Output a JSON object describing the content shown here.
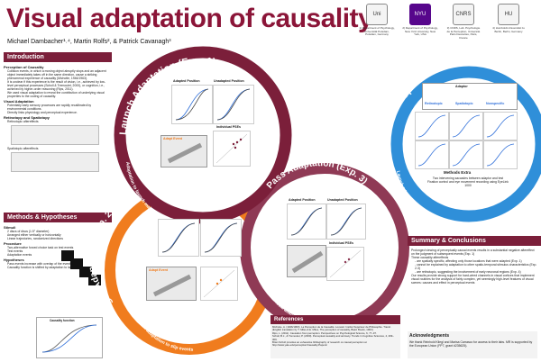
{
  "header": {
    "title": "Visual adaptation of causality",
    "authors": "Michael Dambacher¹˒⁴, Martin Rolfs², & Patrick Cavanagh³",
    "logos": [
      {
        "abbr": "Uni",
        "caption": "1) Department of Psychology, Universität Potsdam, Potsdam, Germany"
      },
      {
        "abbr": "NYU",
        "caption": "2) Department of Psychology, New York University, New York, USA"
      },
      {
        "abbr": "CNRS",
        "caption": "3) CNRS, Lab. Psychologie de la Perception, Université Paris Descartes, Paris, France"
      },
      {
        "abbr": "HU",
        "caption": "4) Humboldt-Universität zu Berlin, Berlin, Germany"
      }
    ]
  },
  "introduction": {
    "heading": "Introduction",
    "perception_heading": "Perception of Causality",
    "perception_items": [
      "Collision events, in which a moving object abruptly stops and an adjacent object immediately takes off in the same direction, cause a striking phenomenal experience of causality (Michotte, 1946/1963).",
      "It is unclear if this experience is the result of vision, i.e., achieved by low-level perceptual processes (Scholl & Tremoulet, 2000), or cognition, i.e., achieved by higher-order reasoning (Rips, 2011).",
      "We used visual adaptation to reveal the contribution of underlying visual properties to the coding of causality."
    ],
    "adaptation_heading": "Visual Adaptation",
    "adaptation_items": [
      "Potentially early sensory processes are rapidly recalibrated by environmental conditions.",
      "Directly links physiology and perceptual experience."
    ],
    "retinotopy_heading": "Retinotopy and Spatiotopy",
    "retinotopy_items": [
      "Retinotopic aftereffects",
      "Spatiotopic aftereffects"
    ]
  },
  "methods": {
    "heading": "Methods & Hypotheses",
    "stimuli_heading": "Stimuli",
    "stimuli_items": [
      "2 discs of discs (1.5° diameter)",
      "Arranged either vertically or horizontally",
      "Linear trajectories, randomized directions"
    ],
    "procedure_heading": "Procedure",
    "procedure_items": [
      "Two-alternative forced choice task on test events",
      "Test events",
      "Adaptation events"
    ],
    "hypotheses_heading": "Hypotheses",
    "hypotheses_items": [
      "Pass events increase with overlap of the events",
      "Causality function is shifted by adaptation to launches"
    ],
    "mini_label": "Causality function"
  },
  "exp1": {
    "arc": "Launch Adaptation (Exp. 1)",
    "bottom_arc": "Adaptation to launch makes ambiguous events appear less launch-like",
    "plot_left": "Adapted Position",
    "plot_right": "Unadapted Position",
    "pse": "Individual PSEs",
    "inset": "Adapt Event"
  },
  "exp2": {
    "arc": "Slip Adaptation (Exp. 2)",
    "bottom_arc": "No local adaptation to slip events",
    "inset": "Adapt Event"
  },
  "exp3": {
    "arc": "Pass Adaptation (Exp. 3)",
    "bottom_arc": "No local adaptation to pass events",
    "plot_left": "Adapted Position",
    "plot_right": "Unadapted Position",
    "pse": "Individual PSEs"
  },
  "exp4": {
    "arc": "Spatio-/Retinotopy (Exp. 4)",
    "bottom_arc": "Launch adaptation is retinotopic, not spatiotopic",
    "adaptor": "Adaptor",
    "labels": [
      "Retinotopic",
      "Spatiotopic",
      "Nonspecific"
    ],
    "methods_heading": "Methods Extra",
    "methods_items": [
      "Two intervening saccades between adaptor and test",
      "Fixation control and eye movement recording using EyeLink 1000"
    ]
  },
  "references": {
    "heading": "References",
    "items": [
      "Michotte, A. (1946/1963). La Perception de la Causalité. Louvain: Institut Supérieur de Philosophie. Transl. (English translation by T. Miles & E. Miles, The perception of causality, Basic Books, 1963.)",
      "Rips, L. (2011). Causation from perception. Perspectives on Psychological Science, 6, 77–97.",
      "Scholl, B.J., & Tremoulet, P. (2000). Perceptual causality and animacy. Trends in Cognitive Sciences, 4, 299–309.",
      "Brian Scholl provides an exhaustive bibliography of research on causal perception at http://www.yale.edu/perception/Causality-Papers/"
    ]
  },
  "summary": {
    "heading": "Summary & Conclusions",
    "items": [
      "Prolonged viewing of perceptually causal events results in a substantial negative aftereffect on the judgment of subsequent events (Exp. 1)",
      "These causality aftereffects",
      "- are spatially specific, affecting only those locations that were adapted (Exp. 1)",
      "- cannot be explained by adaptation to other spatio-temporal stimulus characteristics (Exp. 2-3)",
      "- are retinotopic, suggesting the involvement of early neuronal regions (Exp. 4)",
      "Our results provide strong support for hard-wired channels in visual cortices that implement visual routines for the analysis of fairly complex, yet seemingly high-level features of visual scenes: causes and effect in perceptual events"
    ]
  },
  "acknowledgments": {
    "heading": "Acknowledgments",
    "text": "We thank Reinhold Kliegl and Marisa Carrasco for access to their labs. MR is supported by the European Union (FP7, grant #235625)."
  },
  "colors": {
    "brand": "#8b1538",
    "exp1": "#7b1f3a",
    "exp2": "#f07c1e",
    "exp3": "#8f3a55",
    "exp4": "#2f8fd9"
  }
}
